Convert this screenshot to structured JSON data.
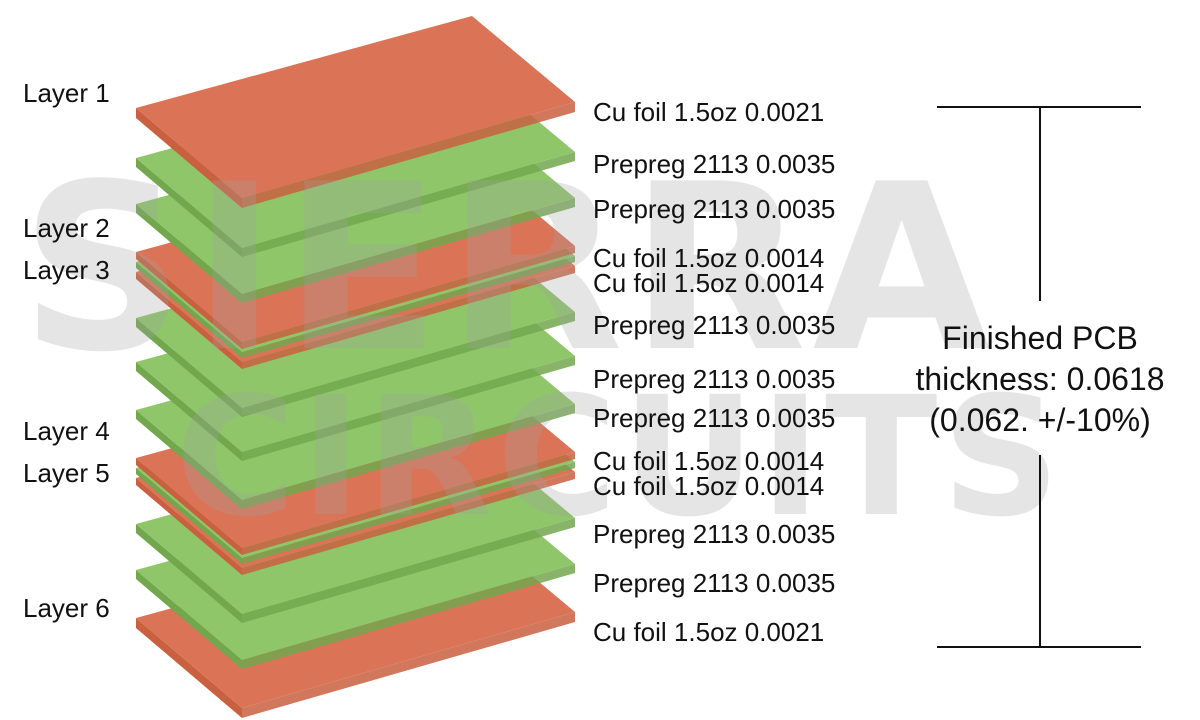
{
  "colors": {
    "copper": "#db7457",
    "copper_side": "#c9603f",
    "prepreg": "#8fc66a",
    "prepreg_side": "#72a74e"
  },
  "watermark": {
    "line1": "SIERRA",
    "line2": "CIRCUITS"
  },
  "layer_labels": [
    "Layer 1",
    "Layer 2",
    "Layer 3",
    "Layer 4",
    "Layer 5",
    "Layer 6"
  ],
  "stack_specs": [
    "Cu foil 1.5oz 0.0021",
    "Prepreg 2113 0.0035",
    "Prepreg 2113 0.0035",
    "Cu foil 1.5oz 0.0014",
    "Cu foil 1.5oz 0.0014",
    "Prepreg 2113 0.0035",
    "Prepreg 2113 0.0035",
    "Prepreg 2113 0.0035",
    "Cu foil 1.5oz 0.0014",
    "Cu foil 1.5oz 0.0014",
    "Prepreg 2113 0.0035",
    "Prepreg 2113 0.0035",
    "Cu foil 1.5oz 0.0021"
  ],
  "thickness": {
    "line1": "Finished PCB",
    "line2": "thickness: 0.0618",
    "line3": "(0.062. +/-10%)"
  }
}
